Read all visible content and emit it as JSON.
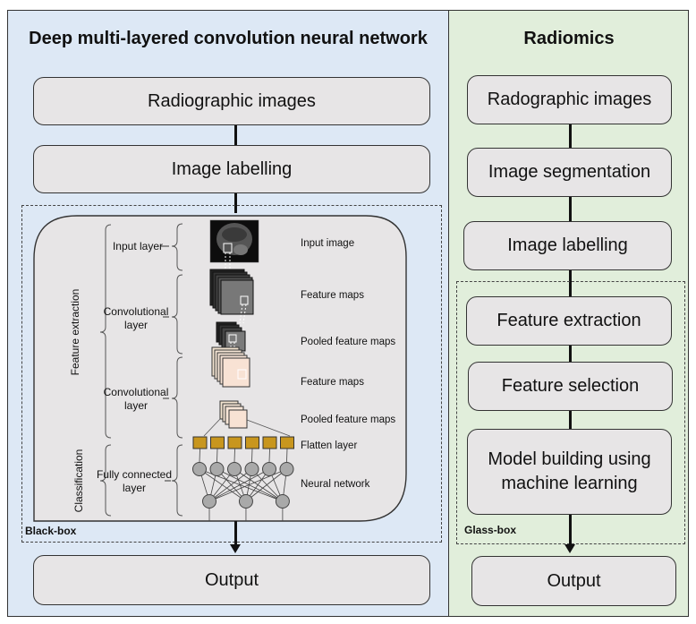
{
  "left_panel": {
    "title_bold": "Deep multi-layered",
    "title_rest": " convolution neural network",
    "steps": [
      "Radiographic images",
      "Image labelling"
    ],
    "box_tag": "Black-box",
    "output": "Output",
    "groups": {
      "feature_extraction": "Feature extraction",
      "classification": "Classification"
    },
    "layers": [
      {
        "label": "Input layer"
      },
      {
        "label": "Convolutional layer"
      },
      {
        "label": "Convolutional layer"
      },
      {
        "label": "Fully connected layer"
      }
    ],
    "stages": [
      "Input image",
      "Feature maps",
      "Pooled feature maps",
      "Feature maps",
      "Pooled feature maps",
      "Flatten layer",
      "Neural network"
    ],
    "network": {
      "flatten_units": 6,
      "hidden_nodes": 6,
      "output_nodes": 3
    }
  },
  "right_panel": {
    "title": "Radiomics",
    "steps_outside": [
      "Radographic images",
      "Image segmentation",
      "Image labelling"
    ],
    "steps_inside": [
      "Feature extraction",
      "Feature selection",
      "Model building using machine learning"
    ],
    "box_tag": "Glass-box",
    "output": "Output"
  },
  "colors": {
    "left_bg": "#dde8f5",
    "right_bg": "#e1eedb",
    "box_fill": "#e7e5e6",
    "flatten_unit": "#c8961e",
    "node": "#a9a9a9",
    "dark_maps": "#3a3a3a",
    "light_maps": "#f8e2d4"
  }
}
